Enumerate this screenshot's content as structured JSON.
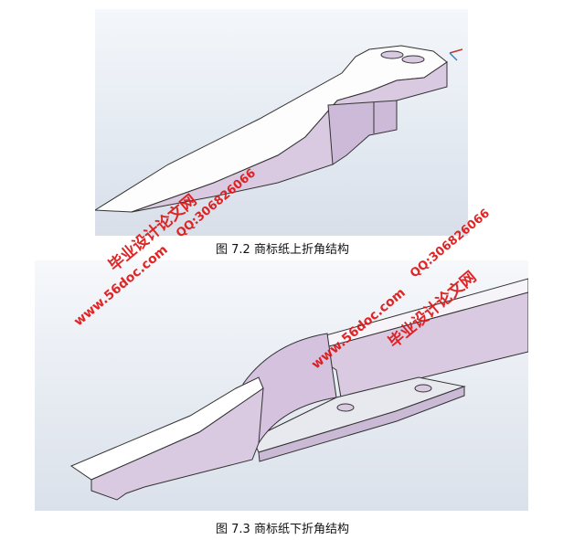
{
  "figure1": {
    "caption": "图 7.2 商标纸上折角结构"
  },
  "figure2": {
    "caption": "图 7.3 商标纸下折角结构"
  },
  "watermarks": [
    {
      "text": "QQ:306826066"
    },
    {
      "text": "毕业设计论文网"
    },
    {
      "text": "www.56doc.com"
    },
    {
      "text": "QQ:306826066"
    },
    {
      "text": "www.56doc.com"
    },
    {
      "text": "毕业设计论文网"
    }
  ],
  "colors": {
    "part_face": "#d9c9e1",
    "part_side": "#c4b0d0",
    "part_top": "#ffffff",
    "watermark": "#dc1414"
  }
}
